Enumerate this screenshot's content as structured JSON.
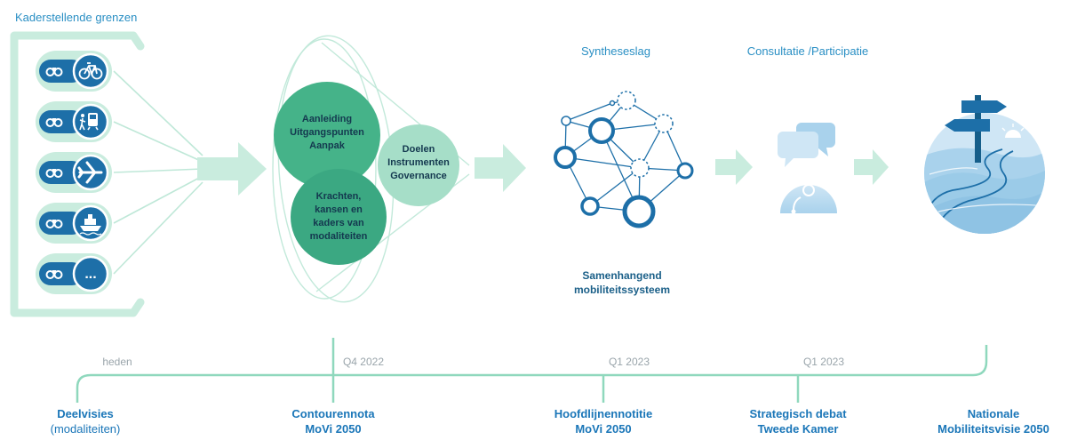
{
  "kaderstellende_label": "Kaderstellende grenzen",
  "sections": {
    "synthese_title": "Syntheseslag",
    "consultatie_title": "Consultatie /Participatie"
  },
  "modalities": [
    {
      "icon": "bicycle-icon"
    },
    {
      "icon": "train-pedestrian-icon"
    },
    {
      "icon": "airplane-icon"
    },
    {
      "icon": "ship-icon"
    },
    {
      "icon": "more-icon",
      "symbol": "..."
    }
  ],
  "circles": {
    "aanleiding": [
      "Aanleiding",
      "Uitgangspunten",
      "Aanpak"
    ],
    "doelen": [
      "Doelen",
      "Instrumenten",
      "Governance"
    ],
    "krachten": [
      "Krachten,",
      "kansen en",
      "kaders van",
      "modaliteiten"
    ]
  },
  "network_caption": [
    "Samenhangend",
    "mobiliteitssysteem"
  ],
  "timeline": {
    "ticks": [
      "heden",
      "Q4 2022",
      "Q1 2023",
      "Q1 2023"
    ],
    "milestones": [
      {
        "line1": "Deelvisies",
        "line2": "(modaliteiten)"
      },
      {
        "line1": "Contourennota",
        "line2": "MoVi 2050"
      },
      {
        "line1": "Hoofdlijnennotitie",
        "line2": "MoVi 2050"
      },
      {
        "line1": "Strategisch debat",
        "line2": "Tweede Kamer"
      },
      {
        "line1": "Nationale",
        "line2": "Mobiliteitsvisie 2050"
      }
    ]
  },
  "colors": {
    "mint_light": "#c9ecde",
    "mint": "#8fd8bd",
    "green_mid": "#4fb68f",
    "green_dark": "#34a07a",
    "blue": "#1d6fa8",
    "blue_dark": "#155e8a",
    "sky": "#a9d2ec",
    "sky_light": "#cfe6f5"
  }
}
